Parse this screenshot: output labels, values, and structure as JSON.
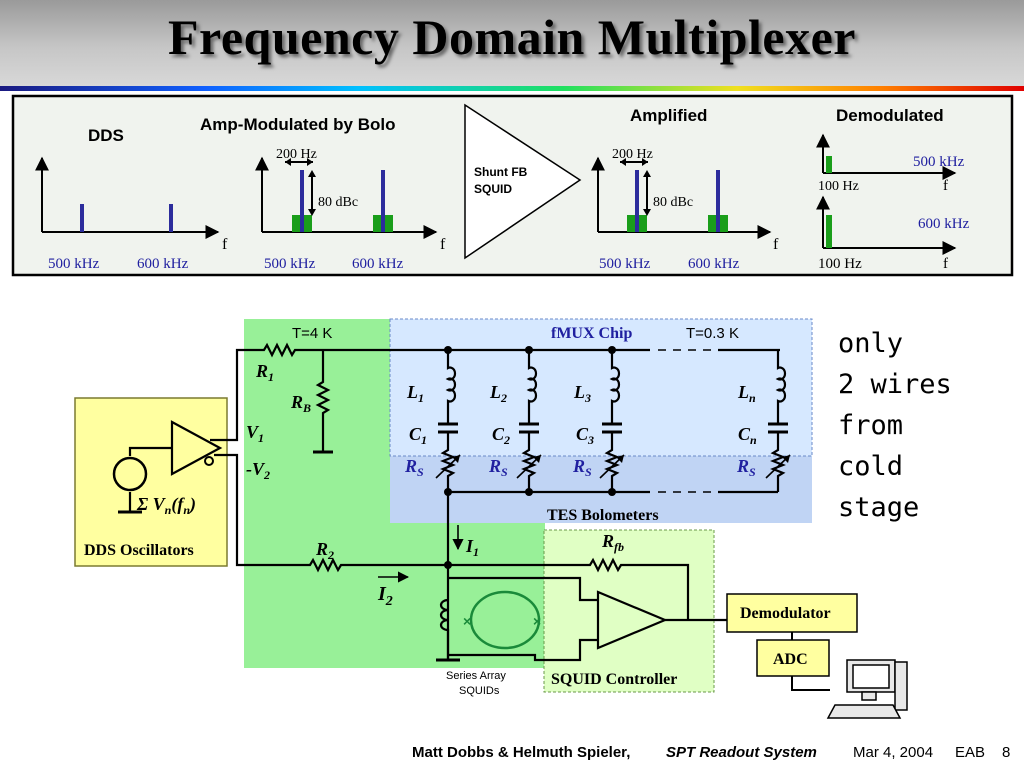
{
  "slide": {
    "title": "Frequency Domain Multiplexer"
  },
  "spectrum": {
    "dds": {
      "title": "DDS",
      "f": "f",
      "x1": "500 kHz",
      "x2": "600 kHz"
    },
    "modulated": {
      "title": "Amp-Modulated by Bolo",
      "peak": "200 Hz",
      "dbc": "80 dBc",
      "f": "f",
      "x1": "500 kHz",
      "x2": "600 kHz"
    },
    "squid": {
      "line1": "Shunt FB",
      "line2": "SQUID"
    },
    "amplified": {
      "title": "Amplified",
      "peak": "200 Hz",
      "dbc": "80 dBc",
      "f": "f",
      "x1": "500 kHz",
      "x2": "600 kHz"
    },
    "demodulated": {
      "title": "Demodulated",
      "top_label": "500 kHz",
      "top_x": "100 Hz",
      "top_f": "f",
      "bot_label": "600 kHz",
      "bot_x": "100 Hz",
      "bot_f": "f"
    }
  },
  "circuit": {
    "t_4k": "T=4 K",
    "fmux_chip": "fMUX Chip",
    "t_03k": "T=0.3 K",
    "r1": "R",
    "r1_sub": "1",
    "rb": "R",
    "rb_sub": "B",
    "v1": "V",
    "v1_sub": "1",
    "v2": "-V",
    "v2_sub": "2",
    "sigma": "Σ V",
    "sigma_n": "n",
    "sigma_f": "(f",
    "sigma_fn": "n",
    "sigma_close": ")",
    "dds_osc": "DDS Oscillators",
    "inductors": [
      {
        "l": "L",
        "l_sub": "1",
        "c": "C",
        "c_sub": "1",
        "r": "R",
        "r_sub": "S"
      },
      {
        "l": "L",
        "l_sub": "2",
        "c": "C",
        "c_sub": "2",
        "r": "R",
        "r_sub": "S"
      },
      {
        "l": "L",
        "l_sub": "3",
        "c": "C",
        "c_sub": "3",
        "r": "R",
        "r_sub": "S"
      },
      {
        "l": "L",
        "l_sub": "n",
        "c": "C",
        "c_sub": "n",
        "r": "R",
        "r_sub": "S"
      }
    ],
    "tes": "TES Bolometers",
    "i1": "I",
    "i1_sub": "1",
    "r2": "R",
    "r2_sub": "2",
    "i2": "I",
    "i2_sub": "2",
    "rfb": "R",
    "rfb_sub": "fb",
    "series_array_1": "Series Array",
    "series_array_2": "SQUIDs",
    "squid_ctrl": "SQUID Controller",
    "demod": "Demodulator",
    "adc": "ADC",
    "note": [
      "only",
      "2 wires",
      "from",
      "cold",
      "stage"
    ]
  },
  "footer": {
    "authors": "Matt Dobbs & Helmuth Spieler,",
    "system": "SPT Readout System",
    "date": "Mar 4, 2004",
    "initials": "EAB",
    "page": "8"
  },
  "colors": {
    "bar_blue": "#2c2c9c",
    "sideband_green": "#1a9e1a",
    "cold_green": "#98f098",
    "chip_blue": "#d6e8ff",
    "yellow_box": "#ffffa0",
    "label_blue": "#2020a0"
  }
}
